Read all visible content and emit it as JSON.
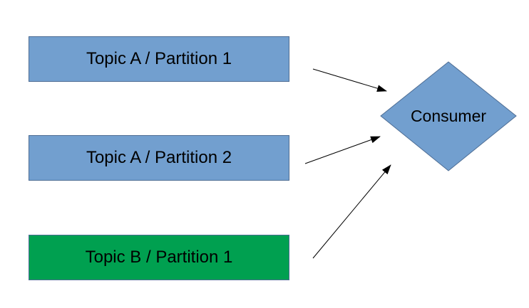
{
  "partitions": [
    {
      "label": "Topic A / Partition 1",
      "fill": "#729fcf"
    },
    {
      "label": "Topic A / Partition 2",
      "fill": "#729fcf"
    },
    {
      "label": "Topic B / Partition 1",
      "fill": "#00a050"
    }
  ],
  "consumer": {
    "label": "Consumer",
    "fill": "#729fcf"
  },
  "colors": {
    "topic_a": "#729fcf",
    "topic_b": "#00a050",
    "consumer": "#729fcf",
    "border": "#4e6d94",
    "arrow": "#000000"
  }
}
